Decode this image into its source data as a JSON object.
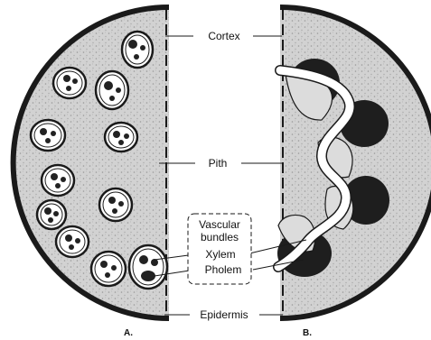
{
  "labels": {
    "cortex": "Cortex",
    "pith": "Pith",
    "vascular_line1": "Vascular",
    "vascular_line2": "bundles",
    "xylem": "Xylem",
    "pholem": "Pholem",
    "epidermis": "Epidermis"
  },
  "panels": {
    "a": "A.",
    "b": "B."
  },
  "colors": {
    "outline": "#1a1a1a",
    "tissue": "#cfcfcf",
    "bundle_fill": "#ffffff",
    "phloem_patch": "#1e1e1e",
    "background": "#ffffff"
  }
}
